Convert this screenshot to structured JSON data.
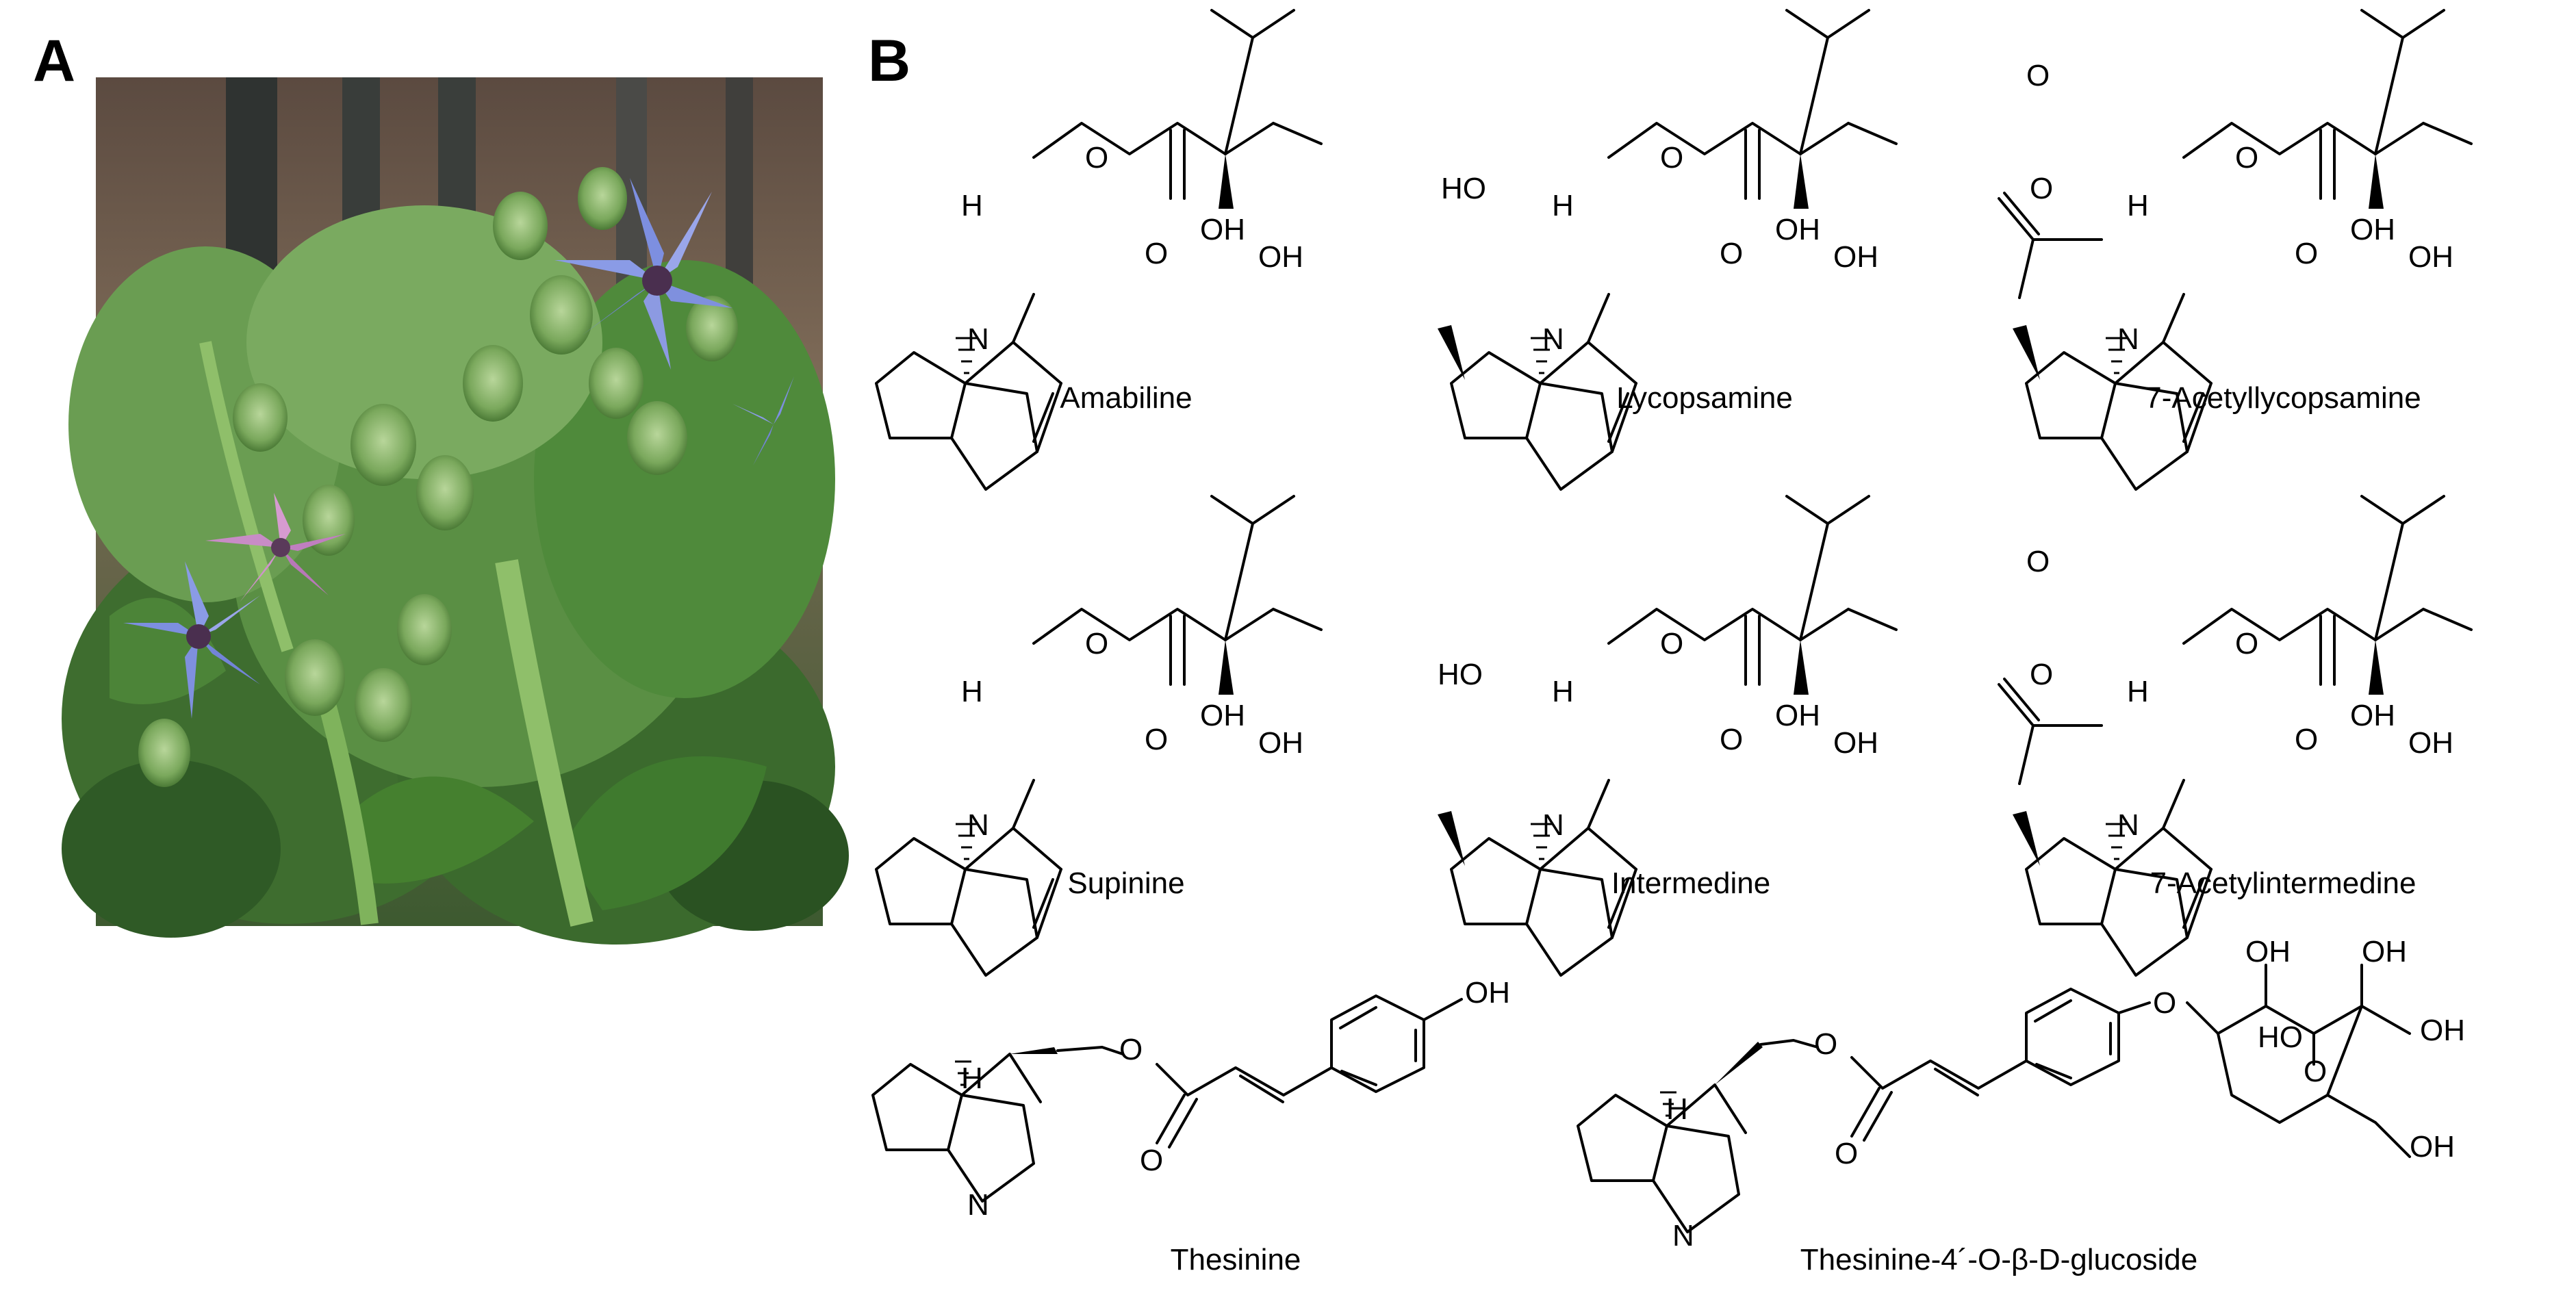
{
  "panels": {
    "a_label": "A",
    "b_label": "B"
  },
  "compounds": [
    {
      "name": "Amabiline"
    },
    {
      "name": "Lycopsamine"
    },
    {
      "name": "7-Acetyllycopsamine"
    },
    {
      "name": "Supinine"
    },
    {
      "name": "Intermedine"
    },
    {
      "name": "7-Acetylintermedine"
    },
    {
      "name": "Thesinine"
    },
    {
      "name": "Thesinine-4´-O-β-D-glucoside"
    }
  ],
  "atoms": {
    "N": "N",
    "O": "O",
    "H": "H",
    "OH": "OH",
    "HO": "HO"
  },
  "colors": {
    "stroke": "#000000",
    "leaf_dark": "#2f5a26",
    "leaf_mid": "#4f8a3b",
    "leaf_light": "#8fbf6a",
    "flower_blue": "#7d8fe0",
    "flower_pink": "#c88cc6",
    "fence": "#3a3d3b",
    "background_warm": "#8a6f5c"
  }
}
